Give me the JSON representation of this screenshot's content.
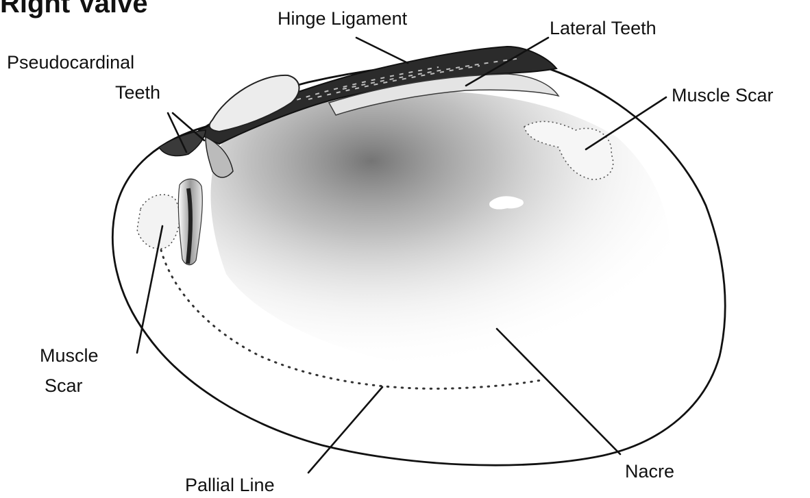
{
  "heading": "Right Valve",
  "labels": {
    "hinge_ligament": "Hinge Ligament",
    "lateral_teeth": "Lateral Teeth",
    "pseudocardinal_line1": "Pseudocardinal",
    "pseudocardinal_line2": "Teeth",
    "muscle_scar_right": "Muscle Scar",
    "muscle_scar_left_line1": "Muscle",
    "muscle_scar_left_line2": "Scar",
    "pallial_line": "Pallial Line",
    "nacre": "Nacre"
  },
  "colors": {
    "ink": "#111111",
    "shell_interior": "#ffffff",
    "hinge_dark": "#2a2a2a",
    "nacre_shade": "#6e6e6e"
  }
}
